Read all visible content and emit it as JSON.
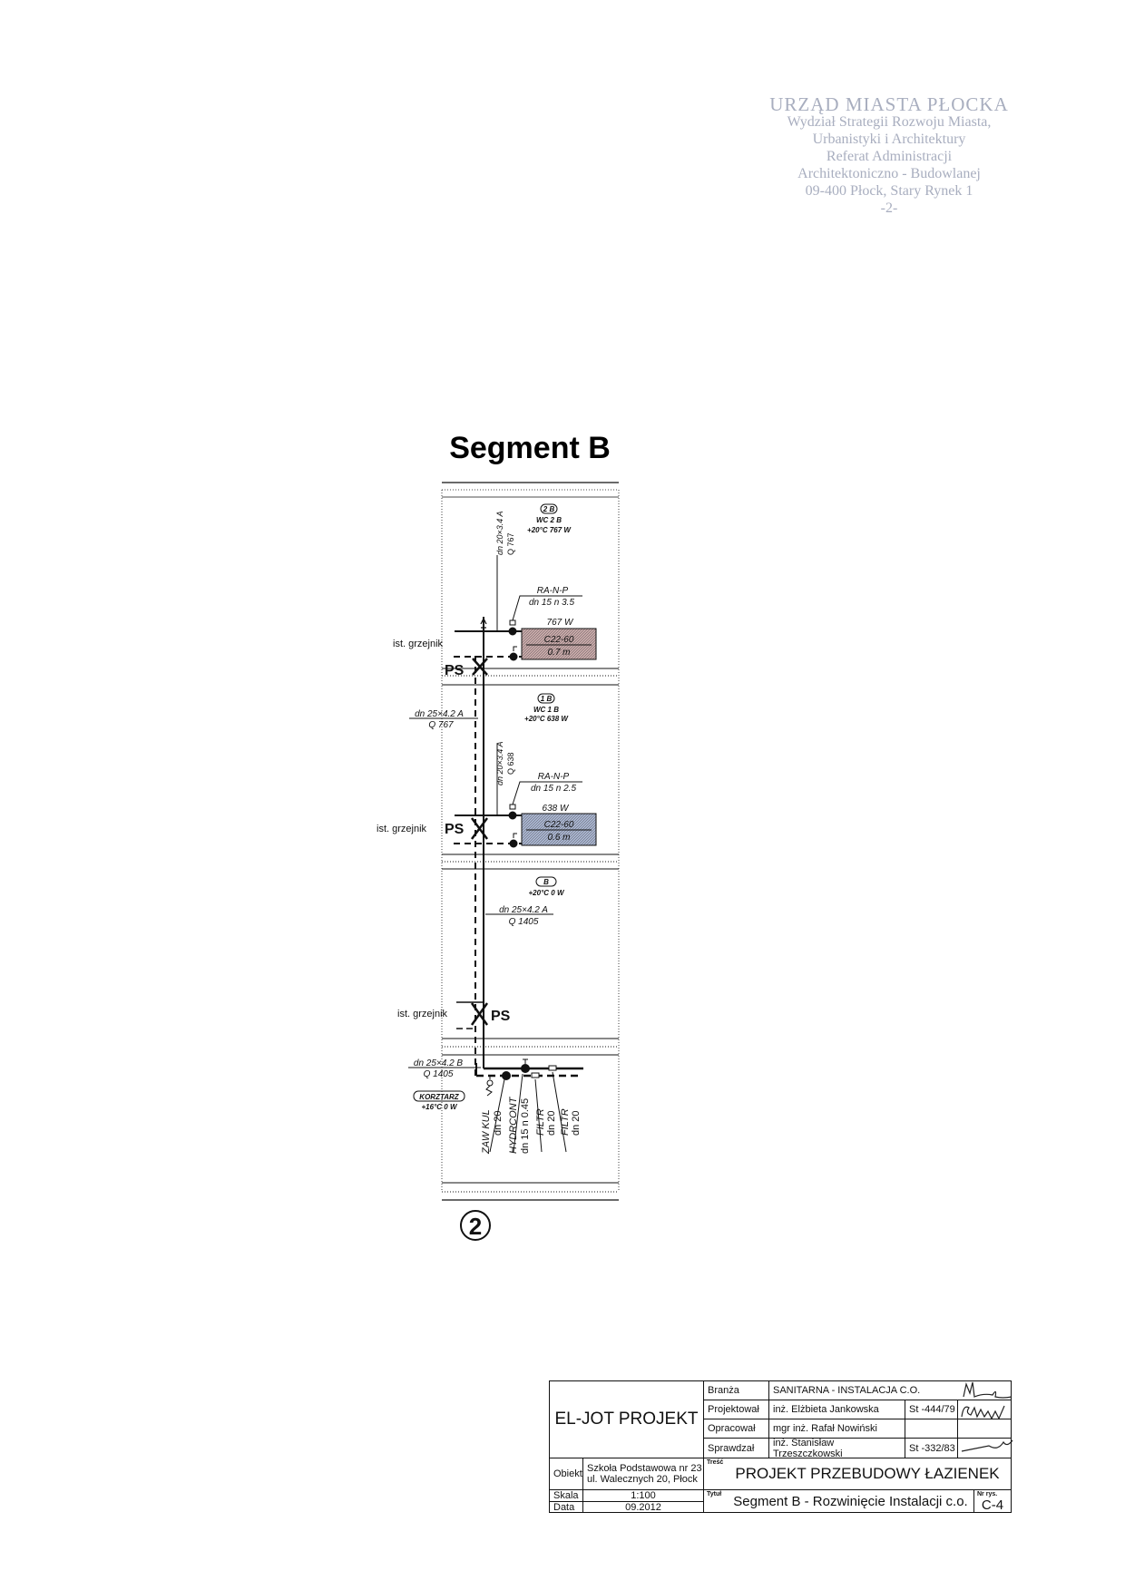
{
  "stamp": {
    "lines": [
      "URZĄD MIASTA PŁOCKA",
      "Wydział Strategii Rozwoju Miasta,",
      "Urbanistyki i Architektury",
      "Referat Administracji",
      "Architektoniczno - Budowlanej",
      "09-400 Płock, Stary Rynek 1",
      "-2-"
    ]
  },
  "drawing": {
    "title": "Segment B",
    "sheet_number": "2",
    "rooms": [
      {
        "badge": "2 B",
        "name": "WC 2 B",
        "temp_power": "+20°C 767 W"
      },
      {
        "badge": "1 B",
        "name": "WC 1 B",
        "temp_power": "+20°C 638 W"
      },
      {
        "badge": "B",
        "name": "",
        "temp_power": "+20°C 0 W"
      },
      {
        "badge": "KORZTARZ",
        "name": "",
        "temp_power": "+16°C 0 W"
      }
    ],
    "radiators": [
      {
        "valve": "RA-N-P",
        "valve_spec": "dn 15  n 3.5",
        "power": "767 W",
        "type": "C22-60",
        "length": "0.7 m",
        "branch_pipe": "dn 20×3.4 A",
        "branch_q": "Q 767",
        "fill": "#c8a8a8"
      },
      {
        "valve": "RA-N-P",
        "valve_spec": "dn 15  n 2.5",
        "power": "638 W",
        "type": "C22-60",
        "length": "0.6 m",
        "branch_pipe": "dn 20×3.4 A",
        "branch_q": "Q 638",
        "fill": "#a8b4d0"
      }
    ],
    "existing_radiator": "ist. grzejnik",
    "ps": "PS",
    "risers": [
      {
        "pipe": "dn 25×4.2 A",
        "q": "Q 767"
      },
      {
        "pipe": "dn 25×4.2 A",
        "q": "Q 1405"
      },
      {
        "pipe": "dn 25×4.2 B",
        "q": "Q 1405"
      }
    ],
    "fittings": [
      {
        "label": "ZAW KUL",
        "spec": "dn 20"
      },
      {
        "label": "HYDRCONT",
        "spec": "dn 15 n 0.45"
      },
      {
        "label": "FILTR",
        "spec": "dn 20"
      },
      {
        "label": "FILTR",
        "spec": "dn 20"
      }
    ]
  },
  "title_block": {
    "company": "EL-JOT PROJEKT",
    "branza_label": "Branża",
    "branza_value": "SANITARNA - INSTALACJA C.O.",
    "people": [
      {
        "role": "Projektował",
        "name": "inż. Elżbieta Jankowska",
        "license": "St -444/79"
      },
      {
        "role": "Opracował",
        "name": "mgr inż. Rafał Nowiński",
        "license": ""
      },
      {
        "role": "Sprawdzał",
        "name": "inż. Stanisław Trzeszczkowski",
        "license": "St -332/83"
      }
    ],
    "obiekt_label": "Obiekt",
    "obiekt_line1": "Szkoła Podstawowa nr 23",
    "obiekt_line2": "ul. Walecznych 20, Płock",
    "skala_label": "Skala",
    "skala_value": "1:100",
    "data_label": "Data",
    "data_value": "09.2012",
    "tresc_label": "Treść",
    "tresc_value": "PROJEKT PRZEBUDOWY ŁAZIENEK",
    "tytul_label": "Tytuł",
    "tytul_value": "Segment B - Rozwinięcie Instalacji c.o.",
    "nr_label": "Nr rys.",
    "nr_value": "C-4"
  }
}
